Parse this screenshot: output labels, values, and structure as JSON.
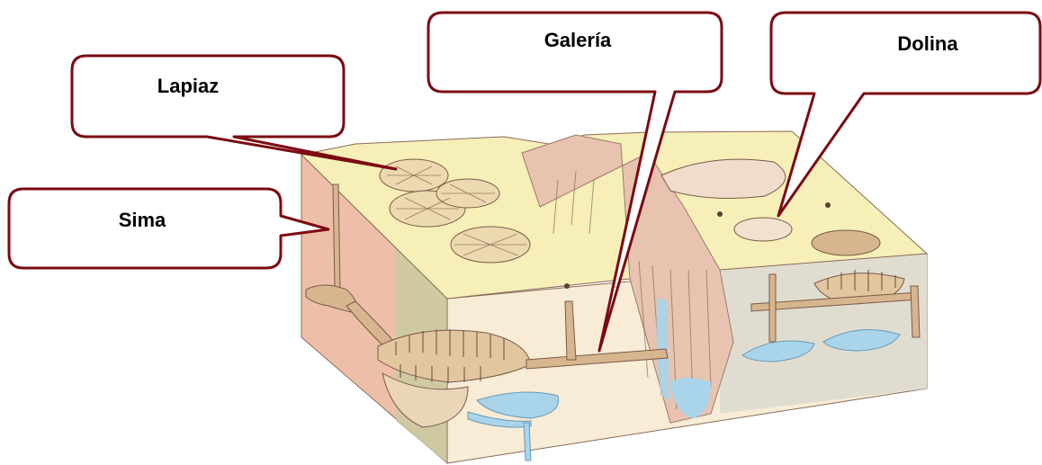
{
  "diagram": {
    "callouts": [
      {
        "id": "lapiaz",
        "label": "Lapiaz"
      },
      {
        "id": "galeria",
        "label": "Galería"
      },
      {
        "id": "dolina",
        "label": "Dolina"
      },
      {
        "id": "sima",
        "label": "Sima"
      }
    ]
  },
  "colors": {
    "callout_border": "#7b0a12",
    "surface": "#f7efb8",
    "rock_front": "#f8ecd6",
    "rock_left": "#eebfa8",
    "rock_side_green": "#c9caa0",
    "rock_right": "#e0ddd0",
    "water": "#a9d4ea",
    "cave": "#d7b58e"
  }
}
